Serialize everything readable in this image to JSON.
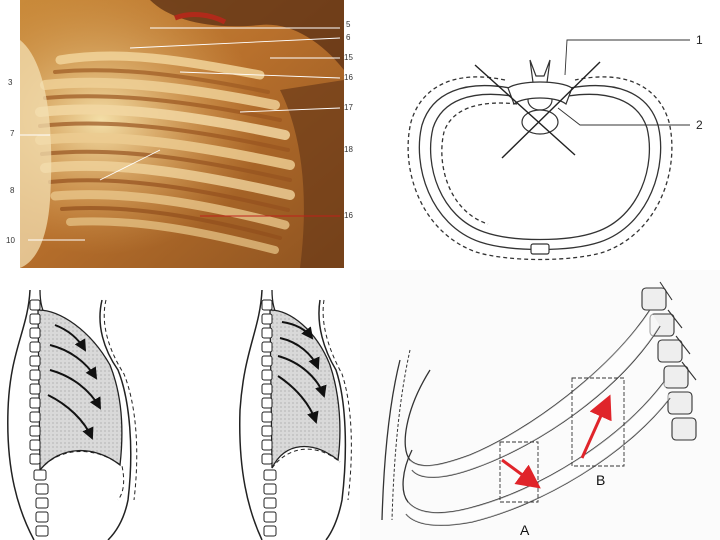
{
  "photo": {
    "left_labels": [
      "3",
      "7",
      "8",
      "10"
    ],
    "right_labels": [
      "5",
      "6",
      "15",
      "16",
      "17",
      "18",
      "16"
    ]
  },
  "ring_diagram": {
    "labels": [
      "1",
      "2"
    ]
  },
  "rib_diagram": {
    "label_a": "A",
    "label_b": "B",
    "arrow_color": "#e0242a"
  }
}
